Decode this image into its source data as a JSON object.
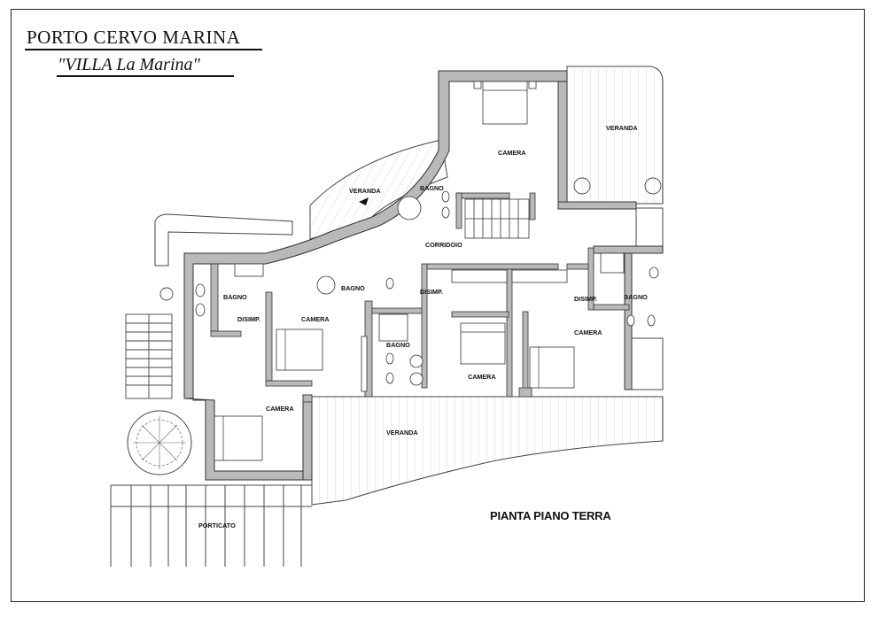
{
  "title": {
    "main": "PORTO CERVO MARINA",
    "sub": "\"VILLA La Marina\""
  },
  "plan_title": "PIANTA PIANO TERRA",
  "rooms": {
    "veranda_top_right": "VERANDA",
    "camera_top": "CAMERA",
    "veranda_left": "VERANDA",
    "bagno_top": "BAGNO",
    "corridoio": "CORRIDOIO",
    "bagno_left": "BAGNO",
    "disimp_left": "DISIMP.",
    "bagno_center": "BAGNO",
    "camera_left": "CAMERA",
    "disimp_center": "DISIMP.",
    "bagno_small": "BAGNO",
    "camera_center": "CAMERA",
    "disimp_right": "DISIMP.",
    "bagno_right": "BAGNO",
    "camera_right": "CAMERA",
    "camera_bottom_left": "CAMERA",
    "veranda_bottom": "VERANDA",
    "porticato": "PORTICATO"
  },
  "colors": {
    "wall_fill": "#b9b9b9",
    "line": "#333333",
    "paper": "#ffffff"
  }
}
